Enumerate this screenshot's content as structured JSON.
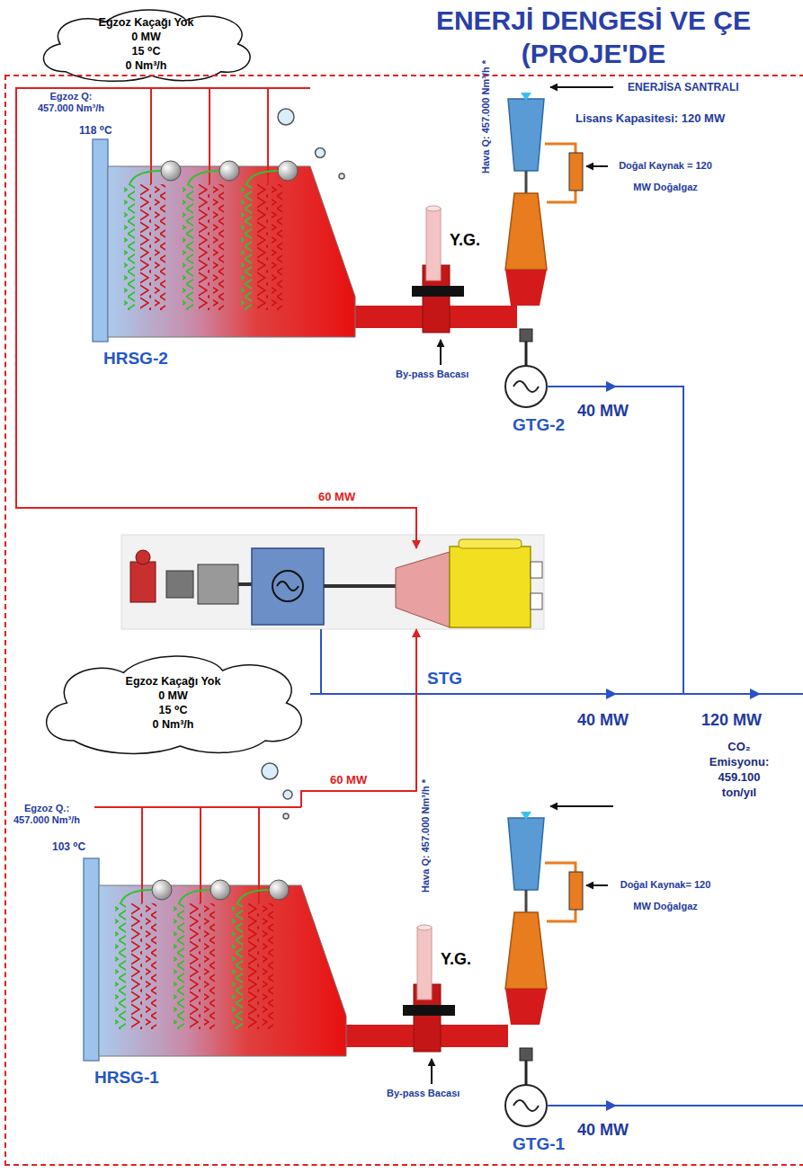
{
  "diagram": {
    "title": "ENERJİ DENGESİ VE ÇE (PROJE'DE",
    "nodes": [
      {
        "text": [
          "Egzoz Kaçağı Yok",
          "0 MW",
          "15 ⁰C",
          "0 Nm³/h"
        ]
      },
      {
        "text": [
          "ENERJİSA SANTRALI"
        ]
      },
      {
        "text": [
          "HRSG-2"
        ],
        "in": 1
      },
      {
        "text": [
          "GTG-2"
        ],
        "in": 1
      },
      {
        "text": [
          "STG"
        ],
        "in": 1
      },
      {
        "text": [
          "Egzoz Kaçağı Yok",
          "0 MW",
          "15 ⁰C",
          "0 Nm³/h"
        ],
        "in": 1
      },
      {
        "text": [
          "HRSG-1"
        ],
        "in": 1
      },
      {
        "text": [
          "GTG-1"
        ],
        "in": 1
      }
    ],
    "edges": [
      {
        "from": 2,
        "to": 4,
        "arrow": "to",
        "label": "60 MW"
      },
      {
        "from": 6,
        "to": 4,
        "arrow": "to",
        "label": "60 MW"
      }
    ],
    "labels": [
      "Lisans Kapasitesi: 120 MW",
      "Egzoz Q: 457.000 Nm³/h",
      "118 ⁰C",
      "Y.G.",
      "By-pass Bacası",
      "Hava Q: 457.000 Nm³/h *",
      "Doğal Kaynak = 120 MW Doğalgaz",
      "40 MW",
      "40 MW",
      "120 MW",
      "CO₂ Emisyonu: 459.100 ton/yıl",
      "Egzoz Q.: 457.000 Nm³/h",
      "103 ⁰C",
      "Y.G.",
      "By-pass Bacası",
      "Hava Q: 457.000 Nm³/h *",
      "Doğal Kaynak= 120 MW Doğalgaz",
      "40 MW"
    ]
  }
}
